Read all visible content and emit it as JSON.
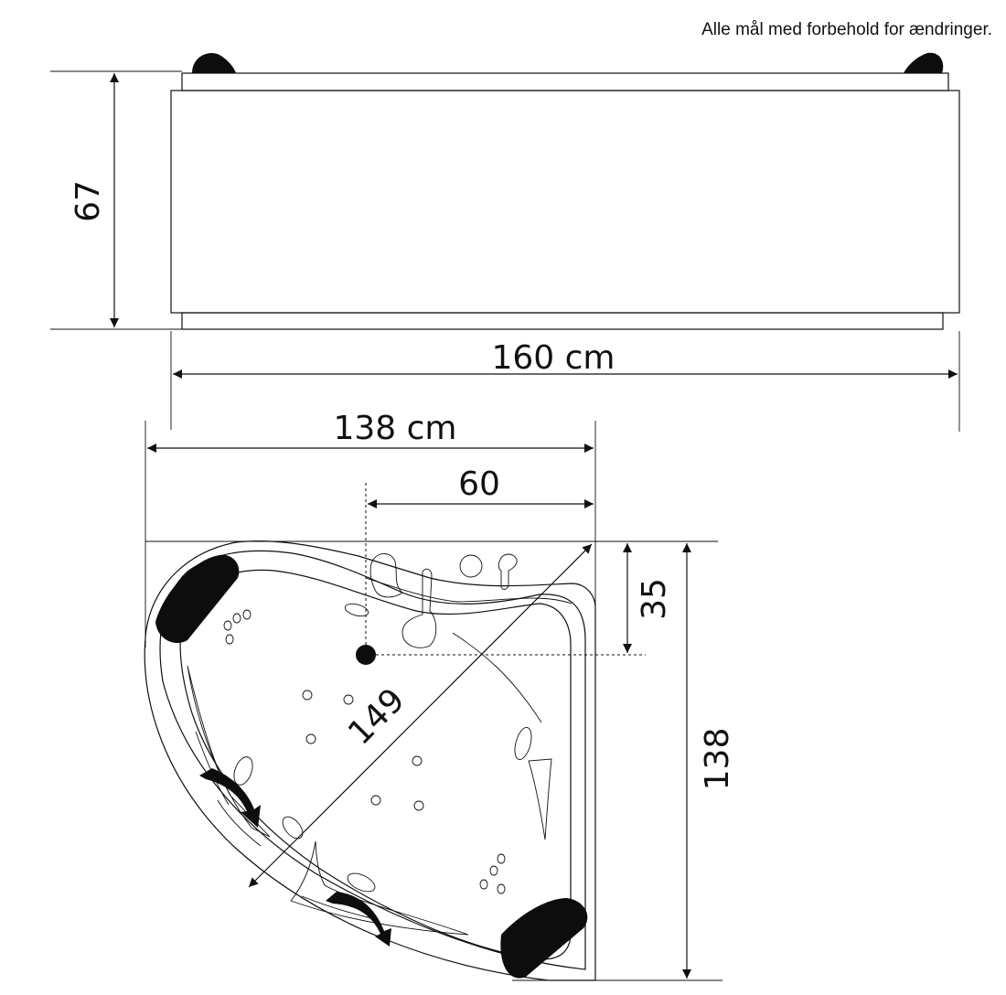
{
  "note": "Alle mål med forbehold for ændringer.",
  "dimensions": {
    "height": "67",
    "length": "160 cm",
    "width_top": "138 cm",
    "drain_offset": "60",
    "drain_depth": "35",
    "side": "138",
    "diagonal": "149"
  },
  "colors": {
    "line": "#111111",
    "fill": "#0d0d0d",
    "background": "#ffffff"
  }
}
